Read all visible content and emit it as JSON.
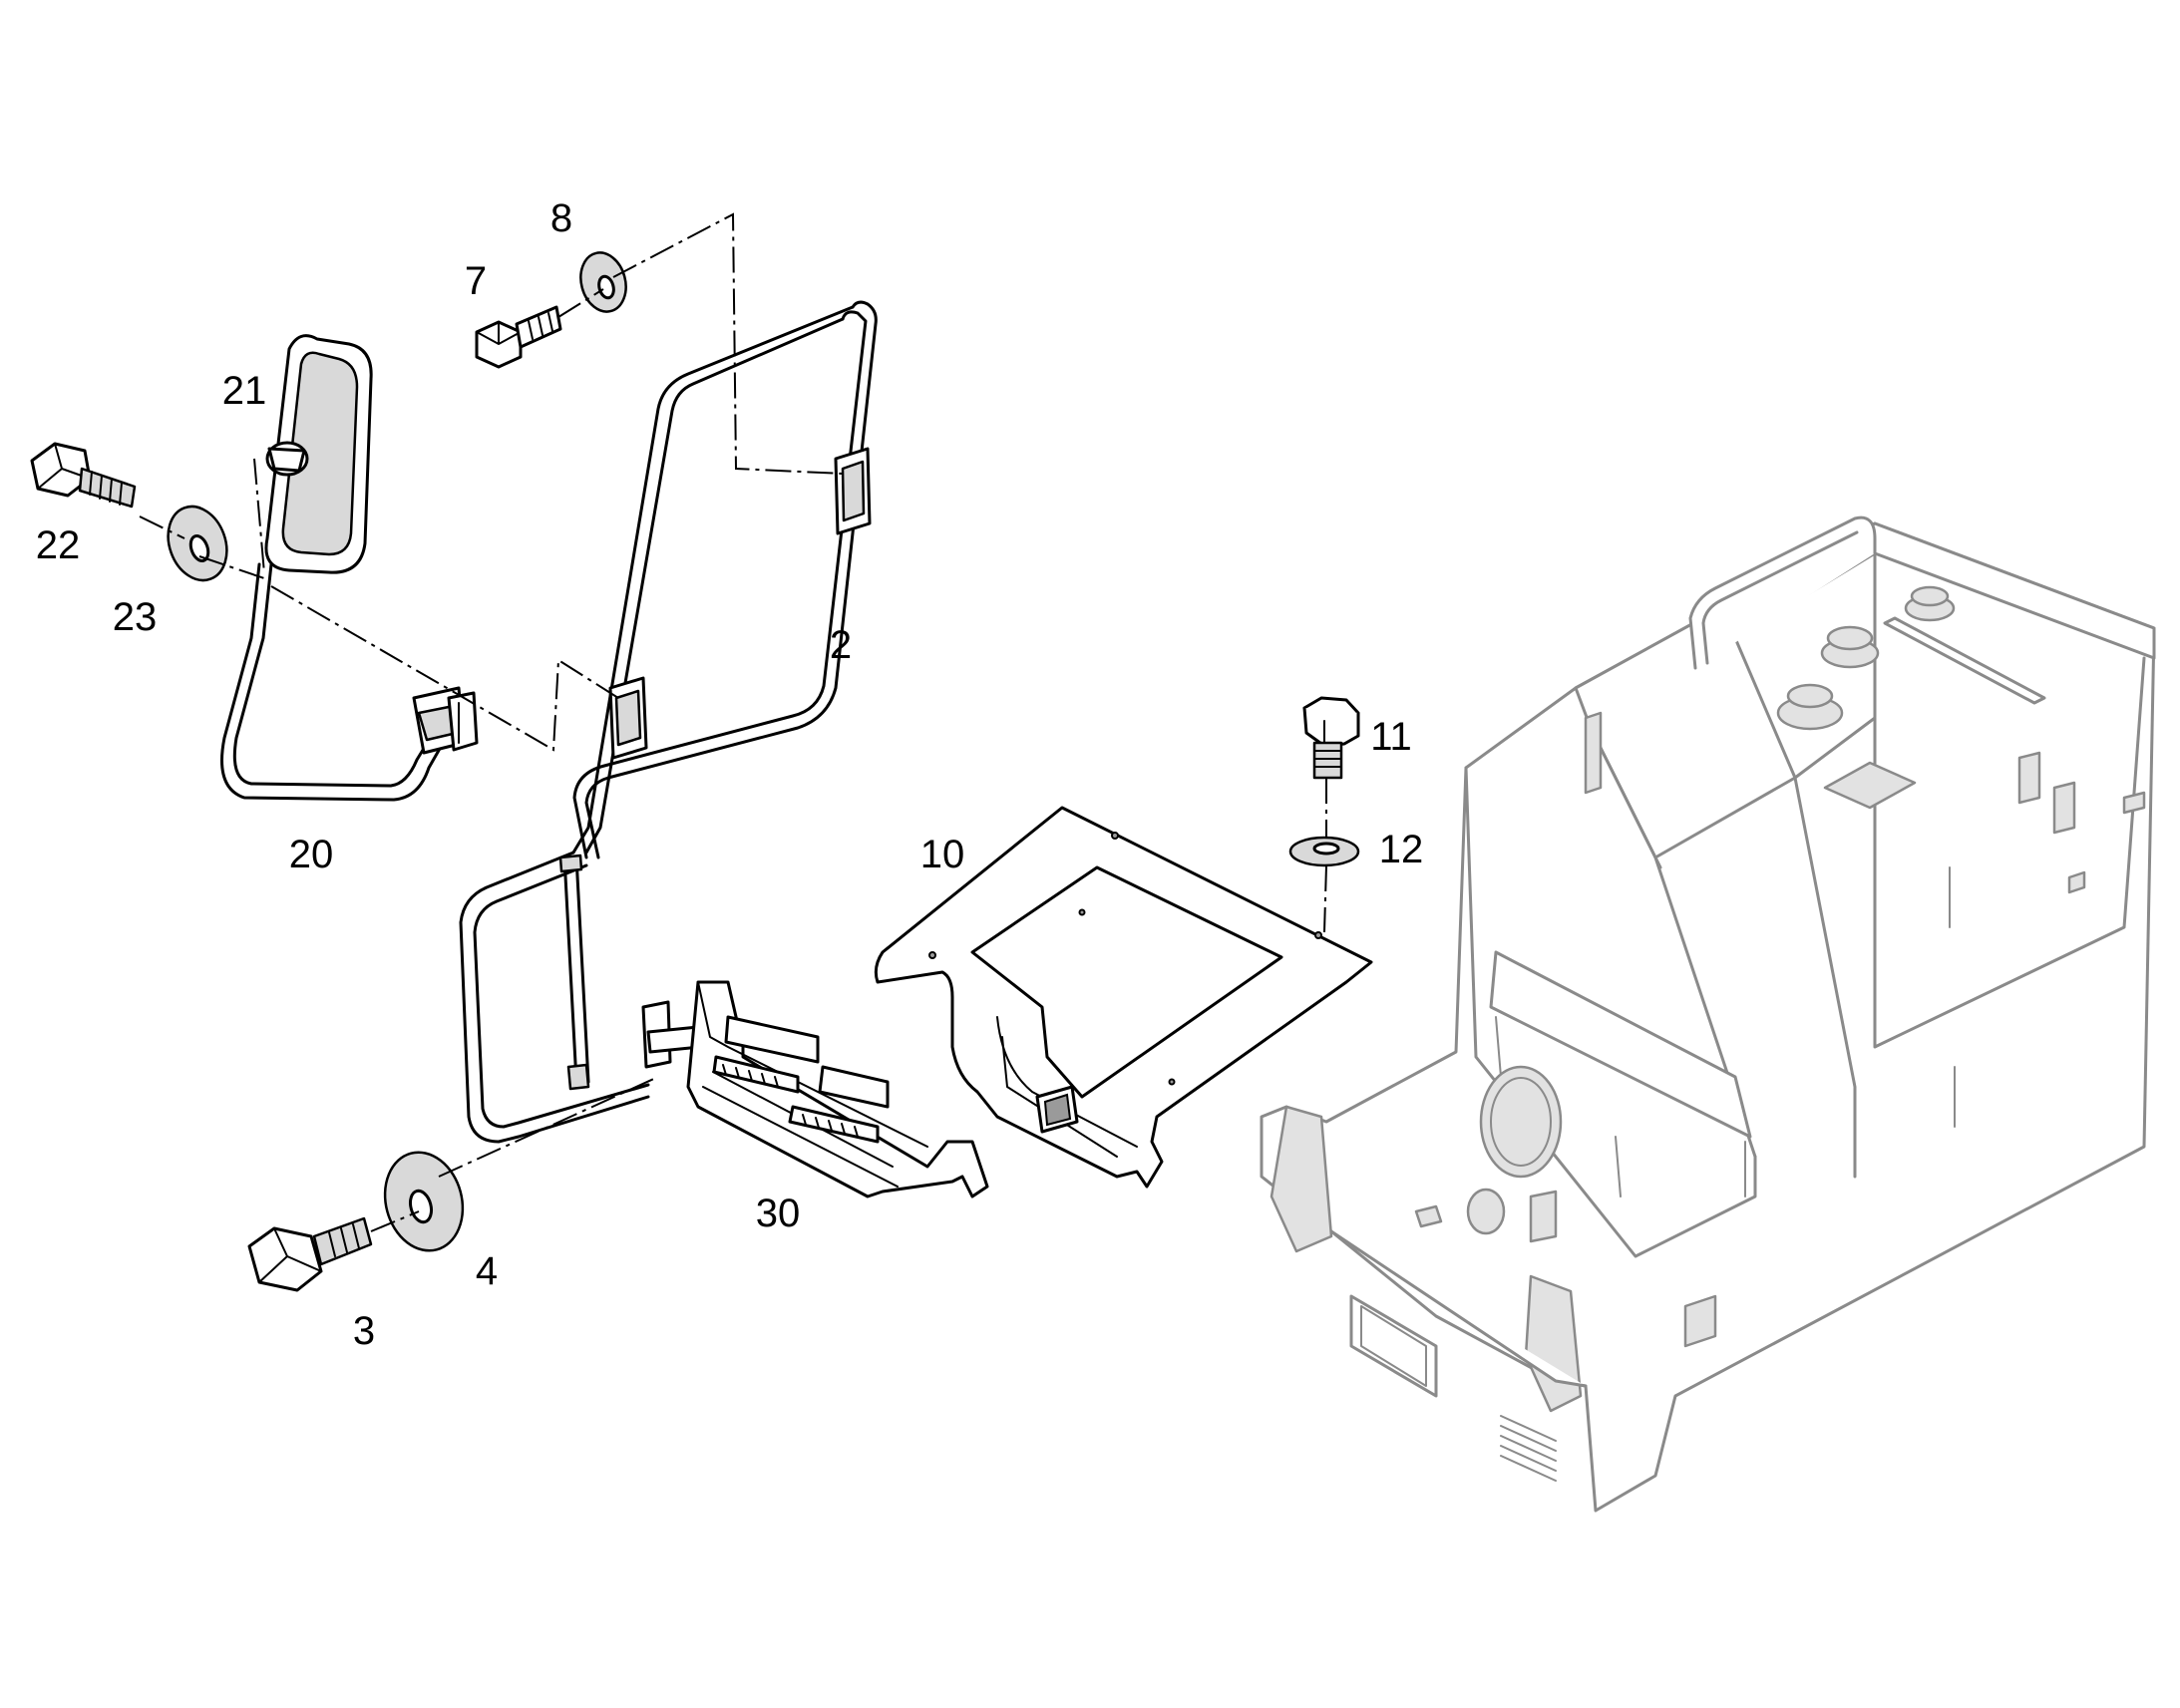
{
  "labels": {
    "l2": "2",
    "l3": "3",
    "l4": "4",
    "l7": "7",
    "l8": "8",
    "l10": "10",
    "l11": "11",
    "l12": "12",
    "l20": "20",
    "l21": "21",
    "l22": "22",
    "l23": "23",
    "l30": "30"
  }
}
